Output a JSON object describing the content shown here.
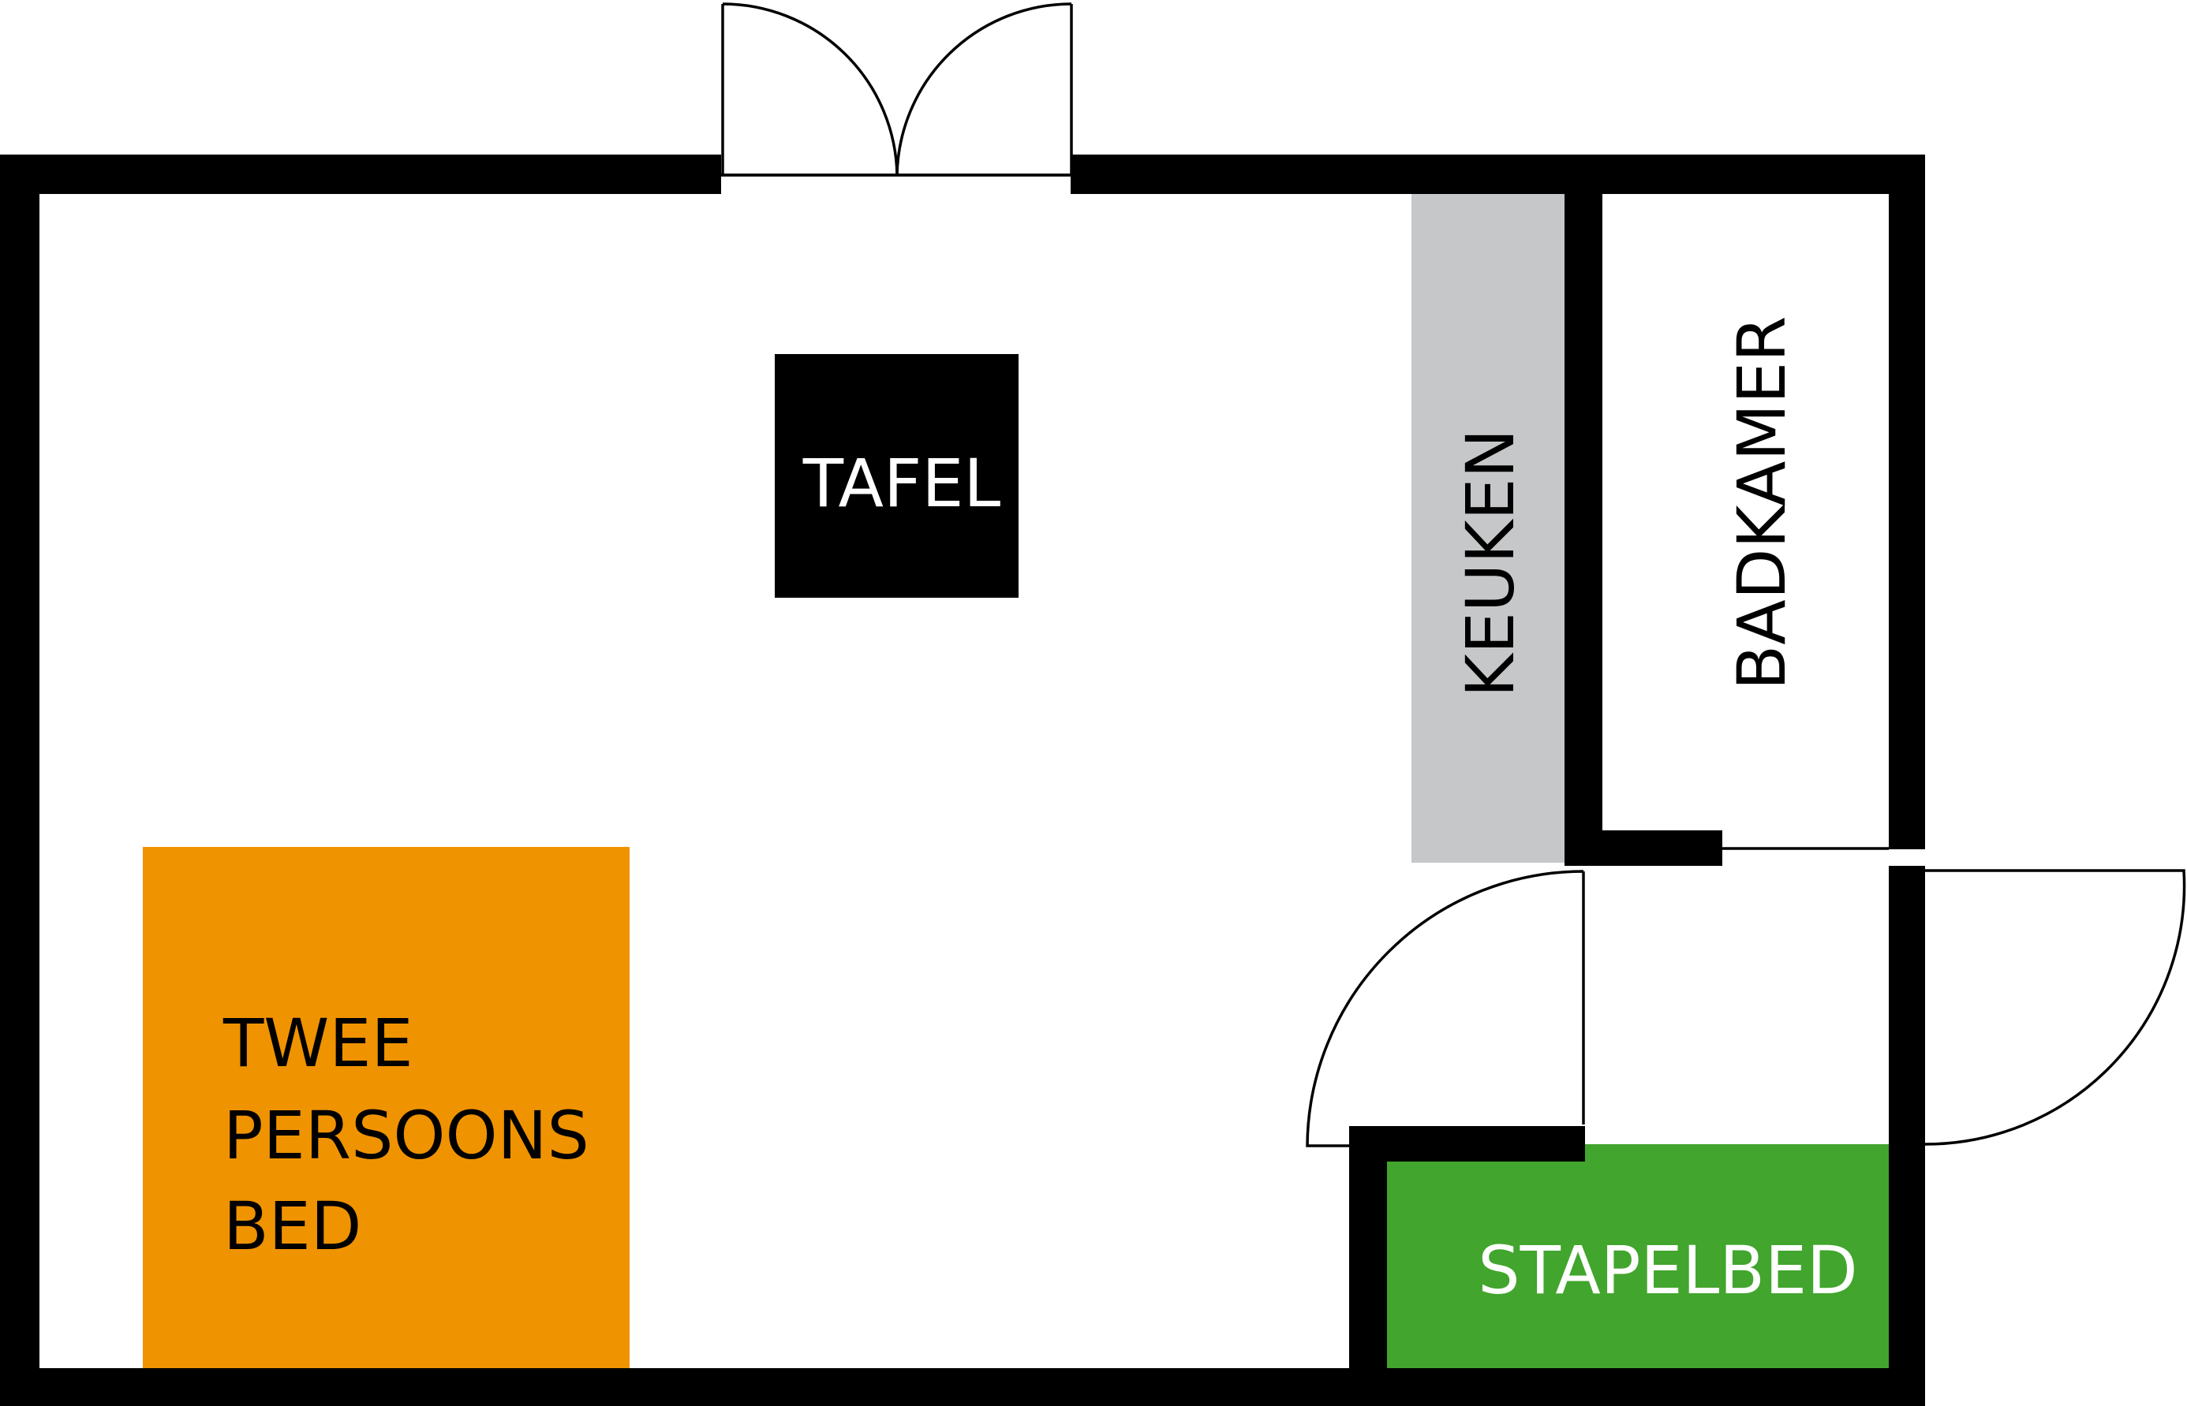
{
  "rooms": {
    "table": {
      "label": "TAFEL",
      "color": "#000000",
      "text_color": "#ffffff"
    },
    "kitchen": {
      "label": "KEUKEN",
      "color": "#c6c7c8",
      "text_color": "#000000"
    },
    "bathroom": {
      "label": "BADKAMER",
      "text_color": "#000000"
    },
    "double_bed": {
      "lines": [
        "TWEE",
        "PERSOONS",
        "BED"
      ],
      "color": "#f09300",
      "text_color": "#000000"
    },
    "bunk_bed": {
      "label": "STAPELBED",
      "color": "#42a52d",
      "text_color": "#ffffff"
    }
  },
  "colors": {
    "wall": "#000000",
    "background": "#ffffff"
  }
}
